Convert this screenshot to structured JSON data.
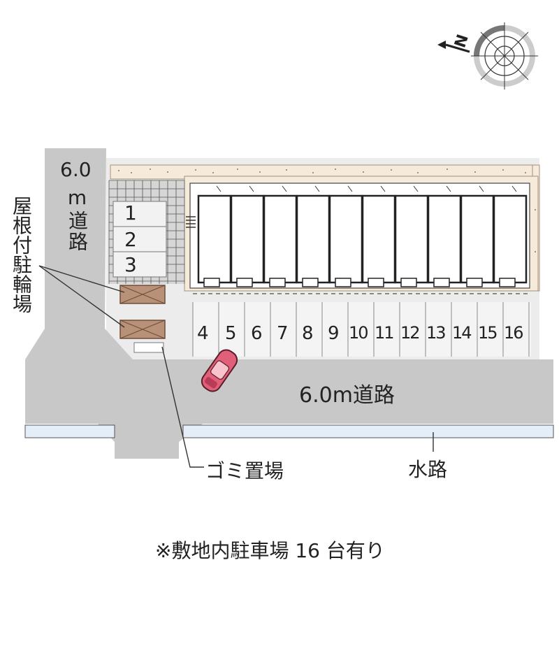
{
  "roads": {
    "west_road_width": "6.0",
    "west_road_unit": "m道路",
    "south_road_label": "6.0m道路"
  },
  "labels": {
    "bicycle_parking": "屋根付駐輪場",
    "garbage_area": "ゴミ置場",
    "waterway": "水路",
    "compass_north": "N"
  },
  "parking": {
    "bike_spaces": [
      "1",
      "2",
      "3"
    ],
    "car_spaces": [
      "4",
      "5",
      "6",
      "7",
      "8",
      "9",
      "10",
      "11",
      "12",
      "13",
      "14",
      "15",
      "16"
    ]
  },
  "footer_note": "※敷地内駐車場 16 台有り",
  "colors": {
    "road": "#c8c8c8",
    "lot": "#ececec",
    "sand": "#f6eadb",
    "waterway": "#e4eef8",
    "bike_shelter": "#b89178",
    "car_body": "#e0607a"
  }
}
